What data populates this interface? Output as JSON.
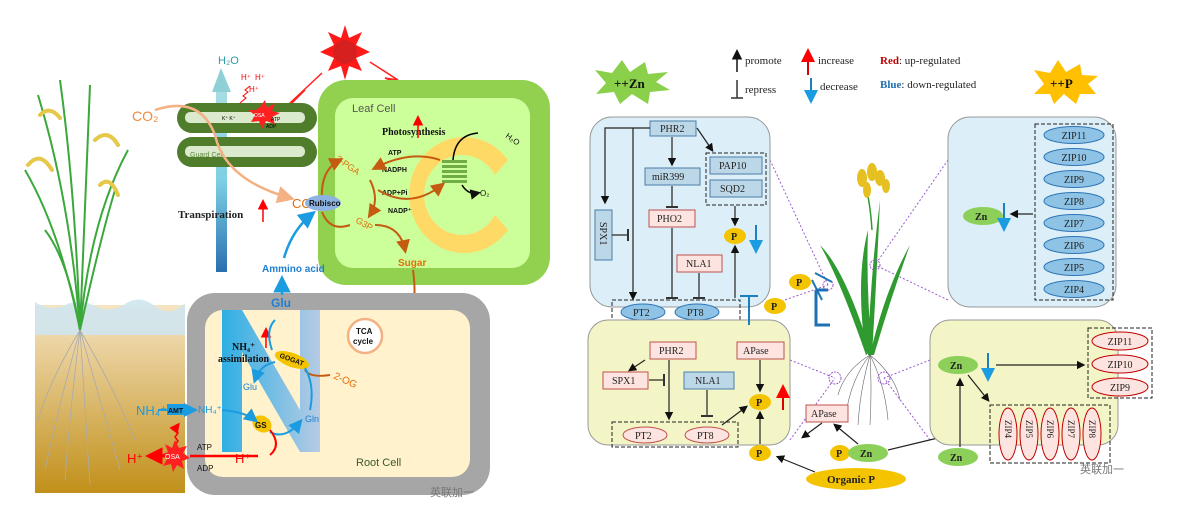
{
  "left": {
    "h2o_top": "H₂O",
    "co2_in": "CO₂",
    "co2_leaf": "CO₂",
    "h_plus": [
      "H⁺",
      "H⁺",
      "H⁺"
    ],
    "k_plus": "K⁺ K⁺",
    "guard_cell": "Guard Cell",
    "stoma_atp": "ATP",
    "stoma_adp": "ADP",
    "stoma_osa": "OSA",
    "transpiration": "Transpiration",
    "leaf_cell": "Leaf Cell",
    "photosynthesis": "Photosynthesis",
    "h2o_leaf": "H₂O",
    "o2": "O₂",
    "atp": "ATP",
    "nadph": "NADPH",
    "adp_pi": "ADP+Pi",
    "nadp": "NADP⁺",
    "pga": "3-PGA",
    "g3p": "G3P",
    "rubisco": "Rubisco",
    "sugar": "Sugar",
    "amino_acid": "Ammino acid",
    "glu_top": "Glu",
    "nh4_assim_1": "NH₄⁺",
    "nh4_assim_2": "assimilation",
    "gogat": "GOGAT",
    "tca_1": "TCA",
    "tca_2": "cycle",
    "og": "2-OG",
    "glu_mid": "Glu",
    "gln": "Gln",
    "gs": "GS",
    "nh4_out": "NH₄⁺",
    "nh4_in": "NH₄⁺",
    "amt": "AMT",
    "osa": "OSA",
    "root_atp": "ATP",
    "root_adp": "ADP",
    "h_out": "H⁺",
    "h_in": "H⁺",
    "root_cell": "Root Cell",
    "watermark": "英联加一",
    "colors": {
      "leaf_outer": "#92d050",
      "leaf_inner": "#ccff99",
      "root_outer": "#a6a6a6",
      "root_inner": "#fff2cc",
      "orange": "#e46c0a",
      "blue": "#1b9be0",
      "red": "#ff0000"
    }
  },
  "right": {
    "legend": {
      "promote": "promote",
      "repress": "repress",
      "increase": "increase",
      "decrease": "decrease",
      "red_label": "Red",
      "red_text": ": up-regulated",
      "blue_label": "Blue",
      "blue_text": ": down-regulated"
    },
    "zn_badge": "++Zn",
    "p_badge": "++P",
    "top_left": {
      "phr2": "PHR2",
      "spx1": "SPX1",
      "mir399": "miR399",
      "pap10": "PAP10",
      "sqd2": "SQD2",
      "pho2": "PHO2",
      "p": "P",
      "nla1": "NLA1",
      "pt2": "PT2",
      "pt8": "PT8"
    },
    "bottom_left": {
      "phr2": "PHR2",
      "spx1": "SPX1",
      "nla1": "NLA1",
      "apase": "APase",
      "p": "P",
      "pt2": "PT2",
      "pt8": "PT8",
      "p_low": "P"
    },
    "center": {
      "p1": "P",
      "p2": "P",
      "apase": "APase",
      "p": "P",
      "zn": "Zn",
      "organic_p": "Organic P"
    },
    "top_right": {
      "zn": "Zn",
      "zips": [
        "ZIP11",
        "ZIP10",
        "ZIP9",
        "ZIP8",
        "ZIP7",
        "ZIP6",
        "ZIP5",
        "ZIP4"
      ]
    },
    "bottom_right": {
      "zn": "Zn",
      "zn_low": "Zn",
      "zips_h": [
        "ZIP11",
        "ZIP10",
        "ZIP9"
      ],
      "zips_v": [
        "ZIP4",
        "ZIP5",
        "ZIP6",
        "ZIP7",
        "ZIP8"
      ]
    },
    "watermark": "英联加一",
    "colors": {
      "up": "#c00000",
      "down": "#1f77b4",
      "blue_box": "#dceef7",
      "yellow_box": "#f4f5c6",
      "p_gold": "#f5c400",
      "zn_green": "#8cd05a"
    }
  }
}
